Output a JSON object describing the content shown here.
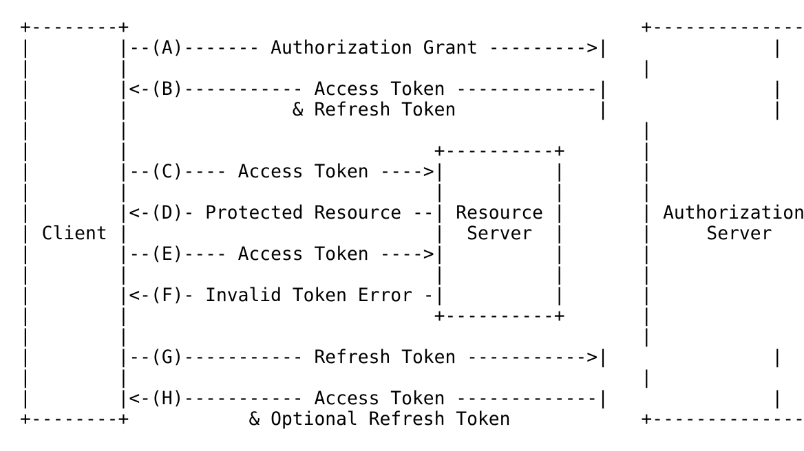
{
  "diagram": {
    "lines": [
      "+--------+                                               +---------------+",
      "|        |--(A)------- Authorization Grant --------->|               |",
      "|        |                                               |               |",
      "|        |<-(B)----------- Access Token -------------|               |",
      "|        |               & Refresh Token             |               |",
      "|        |                                               |               |",
      "|        |                            +----------+       |               |",
      "|        |--(C)---- Access Token ---->|          |       |               |",
      "|        |                            |          |       |               |",
      "|        |<-(D)- Protected Resource --| Resource |       | Authorization |",
      "| Client |                            |  Server  |       |     Server    |",
      "|        |--(E)---- Access Token ---->|          |       |               |",
      "|        |                            |          |       |               |",
      "|        |<-(F)- Invalid Token Error -|          |       |               |",
      "|        |                            +----------+       |               |",
      "|        |                                               |               |",
      "|        |--(G)----------- Refresh Token ----------->|               |",
      "|        |                                               |               |",
      "|        |<-(H)----------- Access Token -------------|               |",
      "+--------+           & Optional Refresh Token            +---------------+"
    ]
  }
}
